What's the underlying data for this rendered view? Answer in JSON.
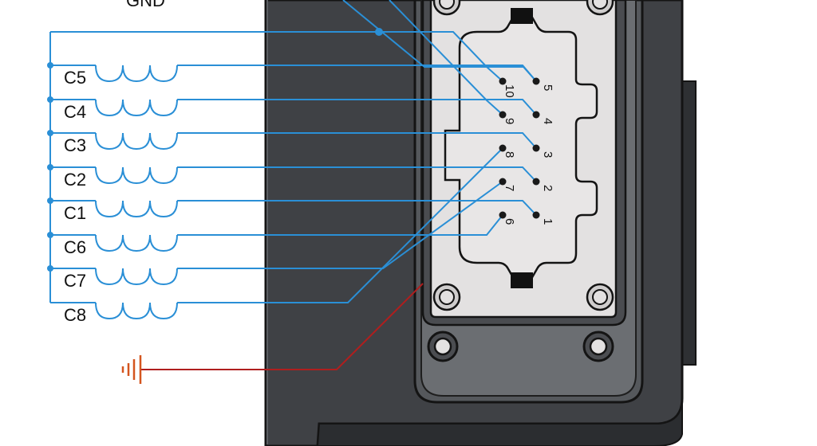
{
  "diagram": {
    "gnd_label": "GND",
    "coils": [
      {
        "label": "C5"
      },
      {
        "label": "C4"
      },
      {
        "label": "C3"
      },
      {
        "label": "C2"
      },
      {
        "label": "C1"
      },
      {
        "label": "C6"
      },
      {
        "label": "C7"
      },
      {
        "label": "C8"
      }
    ],
    "pins": [
      "1",
      "2",
      "3",
      "4",
      "5",
      "6",
      "7",
      "8",
      "9",
      "10"
    ],
    "icons": {
      "ground": "ground-symbol-icon"
    },
    "colors": {
      "wire": "#2a8fd6",
      "ground_wire": "#b01e1e",
      "ground_symbol": "#d4551e",
      "housing": "#3f4145",
      "connector_face": "#e3e1e1",
      "pin": "#1a1a1a"
    }
  }
}
